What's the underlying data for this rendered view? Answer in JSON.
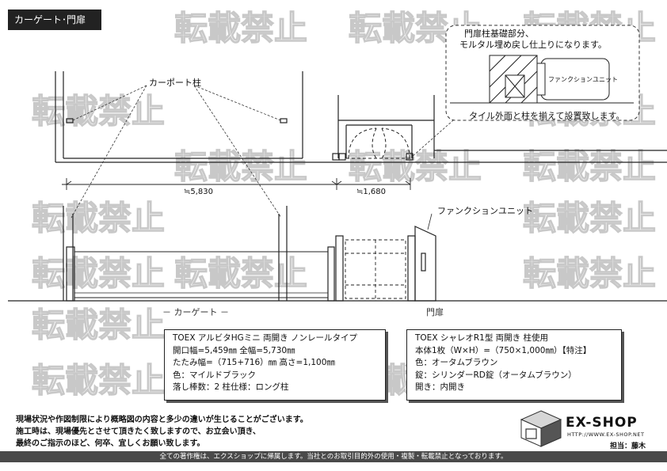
{
  "title": "カーゲート･門扉",
  "labels": {
    "carport_post": "カーポート柱",
    "function_unit_top": "ファンクションユニット",
    "function_unit_inner": "ファンクションユニット",
    "callout_line1": "門扉柱基礎部分、",
    "callout_line2": "モルタル埋め戻し仕上りになります。",
    "tile_note": "タイル外面と柱を揃えて設置致します。",
    "dim_left": "≒5,830",
    "dim_right": "≒1,680",
    "car_gate": "－ カーゲート －",
    "gate": "門扉"
  },
  "spec_left": {
    "line1": "TOEX アルビタHGミニ 両開き ノンレールタイプ",
    "line2": "開口幅=5,459㎜ 全幅=5,730㎜",
    "line3": "たたみ幅=（715+716）㎜ 高さ=1,100㎜",
    "line4": "色：マイルドブラック",
    "line5": "落し棒数：2 柱仕様：ロング柱"
  },
  "spec_right": {
    "line1": "TOEX シャレオR1型 両開き 柱使用",
    "line2": "本体1枚（W×H）=（750×1,000㎜）【特注】",
    "line3": "色：オータムブラウン",
    "line4": "錠：シリンダーRD錠（オータムブラウン）",
    "line5": "開き：内開き"
  },
  "notes": {
    "line1": "現場状況や作図制限により概略図の内容と多少の違いが生じることがございます。",
    "line2": "施工時は、現場優先とさせて頂きたく致しますので、お立会い頂き、",
    "line3": "最終のご指示のほど、何卒、宜しくお願い致します。"
  },
  "logo": {
    "name": "EX-SHOP",
    "url": "HTTP://WWW.EX-SHOP.NET"
  },
  "staff": "担当：藤木",
  "footer": "全ての著作権は、エクスショップに帰属します。当社とのお取引目的外の使用・複製・転載禁止となっております。",
  "watermark": "転載禁止"
}
